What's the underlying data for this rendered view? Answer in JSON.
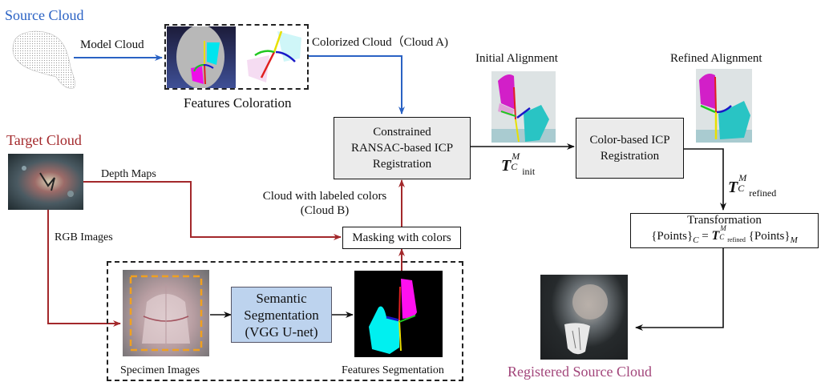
{
  "colors": {
    "source": "#2a62c4",
    "target": "#a3282b",
    "registered": "#a2457a",
    "flow_black": "#111111",
    "seg_box_fill": "#bdd3ee",
    "proc_box_fill": "#ebebeb",
    "crop_box": "#f0a020"
  },
  "titles": {
    "source_cloud": "Source Cloud",
    "target_cloud": "Target Cloud",
    "registered_source_cloud": "Registered Source Cloud"
  },
  "edge_labels": {
    "model_cloud": "Model Cloud",
    "colorized_cloud": "Colorized Cloud（Cloud A)",
    "depth_maps": "Depth Maps",
    "rgb_images": "RGB Images",
    "cloud_labeled_line1": "Cloud with labeled colors",
    "cloud_labeled_line2": "(Cloud B)"
  },
  "image_captions": {
    "features_coloration": "Features Coloration",
    "initial_alignment": "Initial Alignment",
    "refined_alignment": "Refined Alignment",
    "specimen_images": "Specimen Images",
    "features_segmentation": "Features Segmentation"
  },
  "boxes": {
    "ransac": [
      "Constrained",
      "RANSAC-based ICP",
      "Registration"
    ],
    "color_icp": [
      "Color-based ICP",
      "Registration"
    ],
    "masking": "Masking with colors",
    "segmentation": [
      "Semantic",
      "Segmentation",
      "(VGG U-net)"
    ],
    "transformation_title": "Transformation"
  },
  "math": {
    "T": "T",
    "sup_M": "M",
    "sub_C": "C",
    "init": "init",
    "refined": "refined",
    "points": "{Points}",
    "eq": "=",
    "sub_M": "M"
  }
}
